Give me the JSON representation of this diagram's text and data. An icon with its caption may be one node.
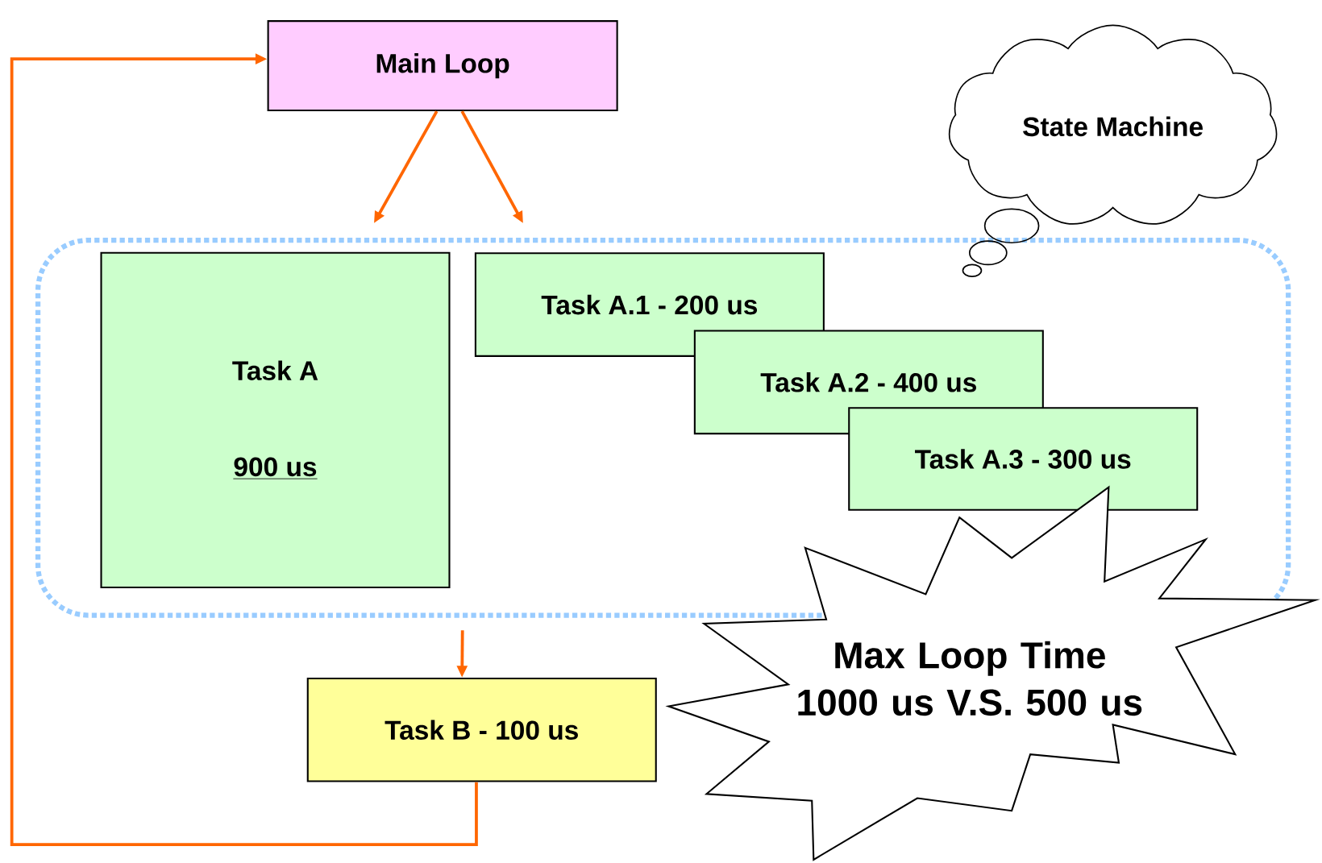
{
  "diagram": {
    "nodes": [
      {
        "text": [
          "Main Loop"
        ]
      },
      {
        "text": [],
        "shape": "box"
      },
      {
        "text": [
          "Task A",
          "900 us"
        ],
        "in": 1
      },
      {
        "text": [
          "Task A.1 - 200 us"
        ],
        "in": 1
      },
      {
        "text": [
          "Task A.2 - 400 us"
        ],
        "in": 1
      },
      {
        "text": [
          "Task A.3 - 300 us"
        ],
        "in": 1
      },
      {
        "text": [
          "Task B - 100 us"
        ]
      },
      {
        "text": [
          "State Machine"
        ]
      },
      {
        "text": [
          "Max Loop Time 1000 us V.S. 500 us"
        ]
      }
    ],
    "edges": [
      {
        "from": 0,
        "to": 1,
        "arrow": "to"
      },
      {
        "from": 0,
        "to": 1,
        "arrow": "to"
      },
      {
        "from": 1,
        "to": 6,
        "arrow": "to"
      },
      {
        "from": 6,
        "to": 0,
        "arrow": "to"
      }
    ]
  }
}
